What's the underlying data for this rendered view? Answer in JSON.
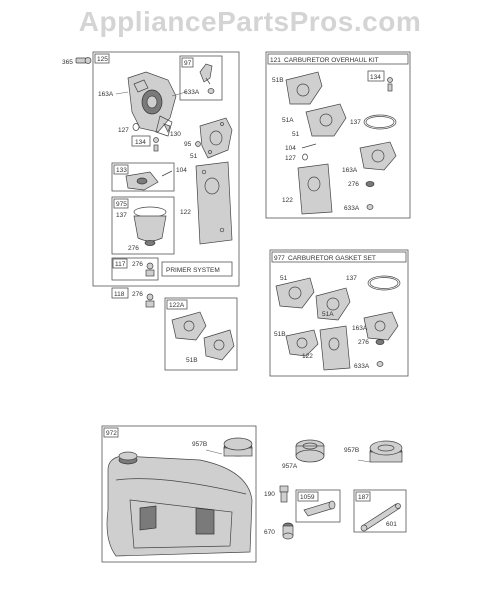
{
  "watermark": "AppliancePartsPros.com",
  "groups": {
    "g125": {
      "number": "125"
    },
    "g97": {
      "number": "97"
    },
    "g134a": {
      "number": "134"
    },
    "g133": {
      "number": "133"
    },
    "g975": {
      "number": "975"
    },
    "g117": {
      "number": "117"
    },
    "g118": {
      "number": "118"
    },
    "g121": {
      "number": "121",
      "title": "CARBURETOR OVERHAUL KIT"
    },
    "g134b": {
      "number": "134"
    },
    "g977": {
      "number": "977",
      "title": "CARBURETOR GASKET SET"
    },
    "g122a": {
      "number": "122A"
    },
    "g972": {
      "number": "972"
    },
    "g1059": {
      "number": "1059"
    },
    "g187": {
      "number": "187"
    }
  },
  "primer_system": "PRIMER SYSTEM",
  "labels": {
    "l365": "365",
    "l163A": "163A",
    "l127": "127",
    "l130": "130",
    "l95": "95",
    "l51": "51",
    "l633A": "633A",
    "l104": "104",
    "l137": "137",
    "l122": "122",
    "l276a": "276",
    "l276b": "276",
    "l276c": "276",
    "k51B": "51B",
    "k51A": "51A",
    "k51": "51",
    "k137": "137",
    "k104": "104",
    "k127": "127",
    "k163A": "163A",
    "k276": "276",
    "k122": "122",
    "k633A": "633A",
    "s51": "51",
    "s137": "137",
    "s51A": "51A",
    "s51B": "51B",
    "s122": "122",
    "s163A": "163A",
    "s276": "276",
    "s633A": "633A",
    "a51B": "51B",
    "t957B": "957B",
    "t957A": "957A",
    "t957B2": "957B",
    "t190": "190",
    "t670": "670",
    "t601": "601"
  }
}
